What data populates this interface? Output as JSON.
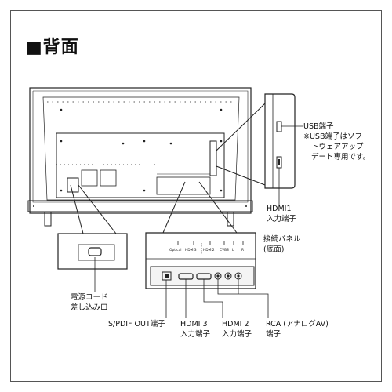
{
  "page": {
    "title": "■背面"
  },
  "callouts": {
    "usb_line1": "USB端子",
    "usb_line2": "※USB端子はソフ",
    "usb_line3": "トウェアアップ",
    "usb_line4": "デート専用です。",
    "hdmi1_line1": "HDMI1",
    "hdmi1_line2": "入力端子",
    "panel_line1": "接続パネル",
    "panel_line2": "(底面)",
    "power_line1": "電源コード",
    "power_line2": "差し込み口",
    "spdif": "S/PDIF OUT端子",
    "hdmi3_line1": "HDMI 3",
    "hdmi3_line2": "入力端子",
    "hdmi2_line1": "HDMI 2",
    "hdmi2_line2": "入力端子",
    "rca_line1": "RCA (アナログAV)",
    "rca_line2": "端子"
  },
  "panel_ports": {
    "optical": "Optical",
    "hdmi3": "HDMI3",
    "hdmi2": "HDMI2",
    "cvbs": "CVBS",
    "l": "L",
    "r": "R"
  },
  "colors": {
    "line": "#222222",
    "panel_fill": "#f4f4f4",
    "frame": "#555555"
  }
}
